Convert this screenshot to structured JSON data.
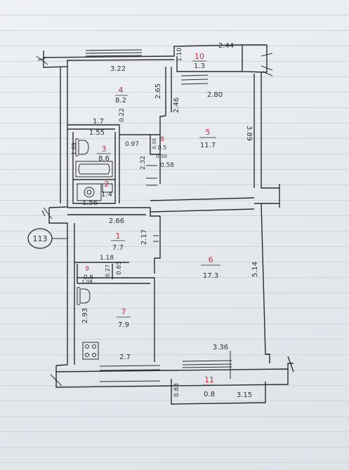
{
  "plan_number": "113",
  "rooms": [
    {
      "id": "1",
      "area": "7.7"
    },
    {
      "id": "2",
      "area": "1.4"
    },
    {
      "id": "3",
      "area": "8.6"
    },
    {
      "id": "4",
      "area": "8.2"
    },
    {
      "id": "5",
      "area": "11.7"
    },
    {
      "id": "6",
      "area": "17.3"
    },
    {
      "id": "7",
      "area": "7.9"
    },
    {
      "id": "8",
      "area": "0.5"
    },
    {
      "id": "9",
      "area": "0.6"
    },
    {
      "id": "10",
      "area": "1.3"
    },
    {
      "id": "11",
      "area": "0.8"
    }
  ],
  "dimensions": {
    "d_322": "3.22",
    "d_265": "2.65",
    "d_246": "2.46",
    "d_170": "1.7",
    "d_155": "1.55",
    "d_022": "0.22",
    "d_097": "0.97",
    "d_030": "0.30",
    "d_050": "0.50",
    "d_058": "0.58",
    "d_232": "2.32",
    "d_156": "1.56",
    "d_266": "2.66",
    "d_217": "2.17",
    "d_118": "1.18",
    "d_065": "0.65",
    "d_027": "0.27",
    "d_108": "1.08",
    "d_293": "2.93",
    "d_270": "2.7",
    "d_336": "3.36",
    "d_514": "5.14",
    "d_389": "3.89",
    "d_244": "2.44",
    "d_110": "1.10",
    "d_280": "2.80",
    "d_083": "0.83",
    "d_315": "3.15",
    "d_169": "1.69"
  }
}
